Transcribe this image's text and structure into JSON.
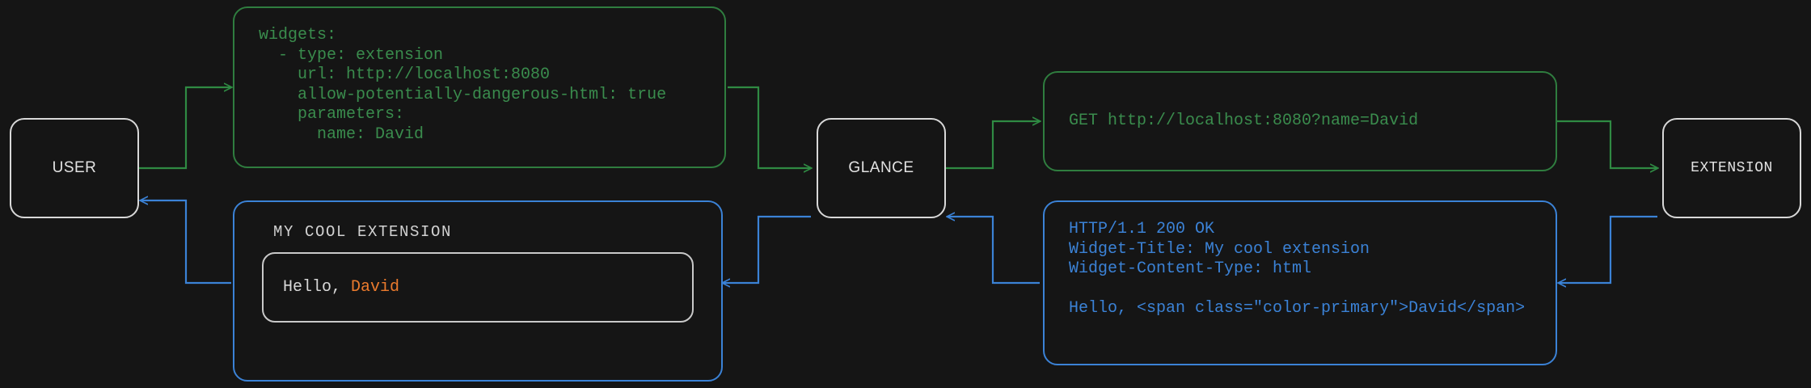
{
  "diagram": {
    "title": "Glance extension widget request flow",
    "background_color": "#151515",
    "colors": {
      "request_green": "#3a8c4d",
      "response_blue": "#3b82d6",
      "node_border": "#d8d8d8",
      "accent_orange": "#ea7a2d",
      "text_light": "#e2e2e2"
    }
  },
  "nodes": {
    "user": {
      "label": "USER"
    },
    "glance": {
      "label": "GLANCE"
    },
    "extension": {
      "label": "EXTENSION"
    }
  },
  "config_box": {
    "color": "#3a8c4d",
    "lines": [
      "widgets:",
      "  - type: extension",
      "    url: http://localhost:8080",
      "    allow-potentially-dangerous-html: true",
      "    parameters:",
      "      name: David"
    ],
    "text": "widgets:\n  - type: extension\n    url: http://localhost:8080\n    allow-potentially-dangerous-html: true\n    parameters:\n      name: David"
  },
  "request_box": {
    "color": "#3a8c4d",
    "lines": [
      "GET http://localhost:8080?name=David"
    ],
    "text": "GET http://localhost:8080?name=David"
  },
  "response_box": {
    "color": "#3b82d6",
    "lines": [
      "HTTP/1.1 200 OK",
      "Widget-Title: My cool extension",
      "Widget-Content-Type: html",
      "",
      "Hello, <span class=\"color-primary\">David</span>"
    ],
    "text": "HTTP/1.1 200 OK\nWidget-Title: My cool extension\nWidget-Content-Type: html\n\nHello, <span class=\"color-primary\">David</span>"
  },
  "widget_preview": {
    "border_color": "#3b82d6",
    "title": "MY COOL EXTENSION",
    "content_prefix": "Hello, ",
    "content_highlight": "David"
  },
  "edges": [
    {
      "name": "user-to-config",
      "color": "#3a8c4d",
      "from": "user",
      "to": "config_box"
    },
    {
      "name": "config-to-glance",
      "color": "#3a8c4d",
      "from": "config_box",
      "to": "glance"
    },
    {
      "name": "glance-to-request",
      "color": "#3a8c4d",
      "from": "glance",
      "to": "request_box"
    },
    {
      "name": "request-to-extension",
      "color": "#3a8c4d",
      "from": "request_box",
      "to": "extension"
    },
    {
      "name": "extension-to-response",
      "color": "#3b82d6",
      "from": "extension",
      "to": "response_box"
    },
    {
      "name": "response-to-glance",
      "color": "#3b82d6",
      "from": "response_box",
      "to": "glance"
    },
    {
      "name": "glance-to-widget",
      "color": "#3b82d6",
      "from": "glance",
      "to": "widget_preview"
    },
    {
      "name": "widget-to-user",
      "color": "#3b82d6",
      "from": "widget_preview",
      "to": "user"
    }
  ]
}
